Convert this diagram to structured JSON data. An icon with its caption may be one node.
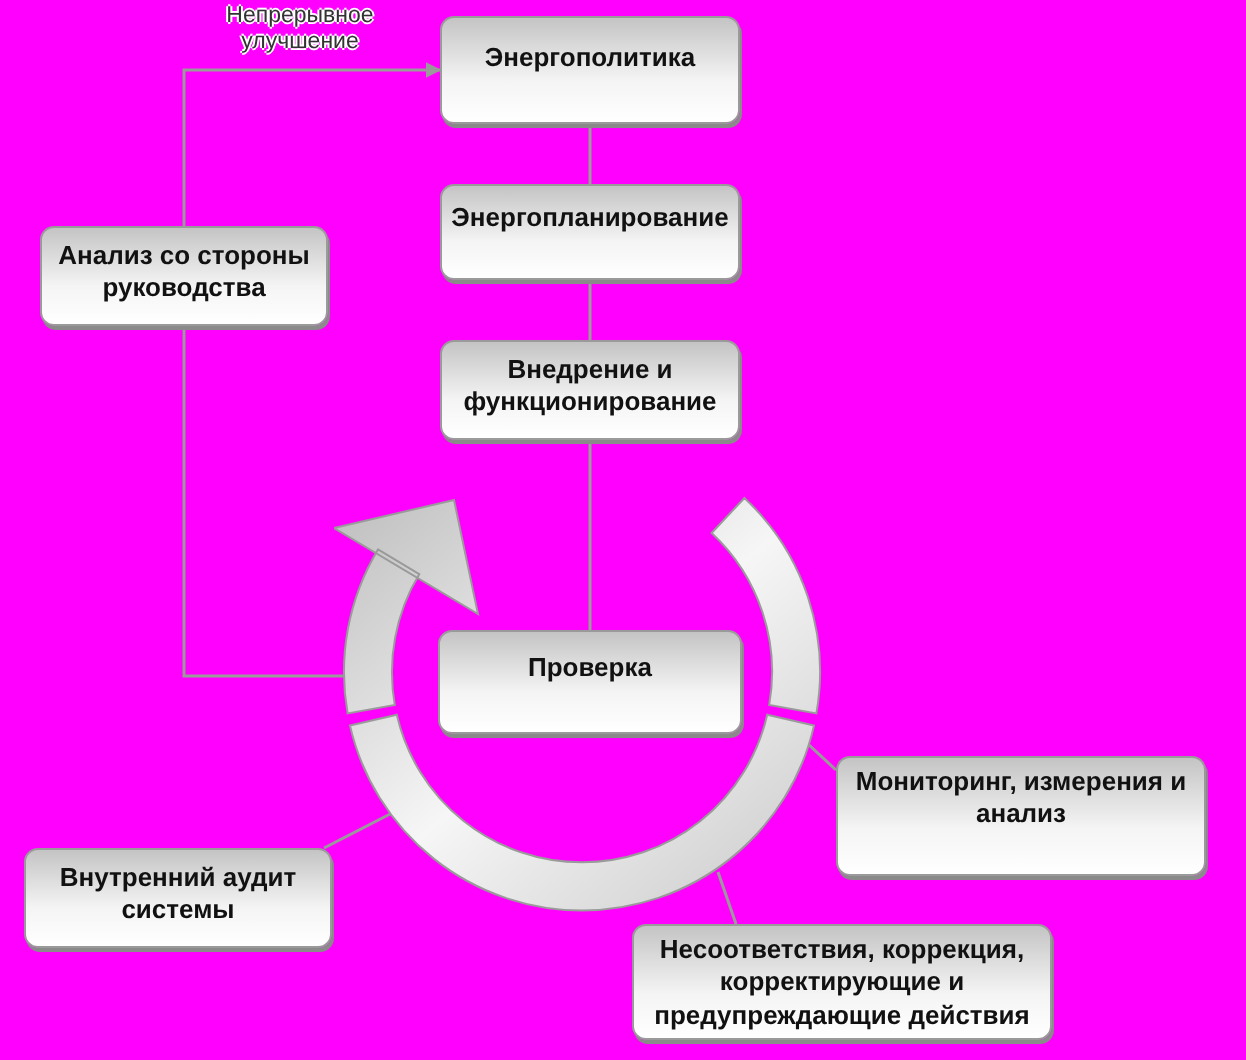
{
  "diagram": {
    "nodes": [
      {
        "text": [
          "Энергополитика"
        ]
      },
      {
        "text": [
          "Энергопланирование"
        ]
      },
      {
        "text": [
          "Внедрение и функционирование"
        ]
      },
      {
        "text": [
          "Анализ со стороны руководства"
        ]
      },
      {
        "text": [
          "Проверка"
        ],
        "in": 8
      },
      {
        "text": [
          "Мониторинг, измерения и анализ"
        ]
      },
      {
        "text": [
          "Внутренний аудит системы"
        ]
      },
      {
        "text": [
          "Несоответствия, коррекция, корректирующие и предупреждающие действия"
        ]
      },
      {
        "text": [],
        "shape": "ring"
      }
    ],
    "edges": [
      {
        "from": 3,
        "to": 0,
        "arrow": "to",
        "label": "Непрерывное улучшение"
      },
      {
        "from": 0,
        "to": 1,
        "arrow": "none"
      },
      {
        "from": 1,
        "to": 2,
        "arrow": "none"
      },
      {
        "from": 2,
        "to": 4,
        "arrow": "none"
      },
      {
        "from": 3,
        "to": 8,
        "arrow": "none"
      },
      {
        "from": 8,
        "to": 5,
        "arrow": "none"
      },
      {
        "from": 8,
        "to": 6,
        "arrow": "none"
      },
      {
        "from": 8,
        "to": 7,
        "arrow": "none"
      }
    ]
  }
}
